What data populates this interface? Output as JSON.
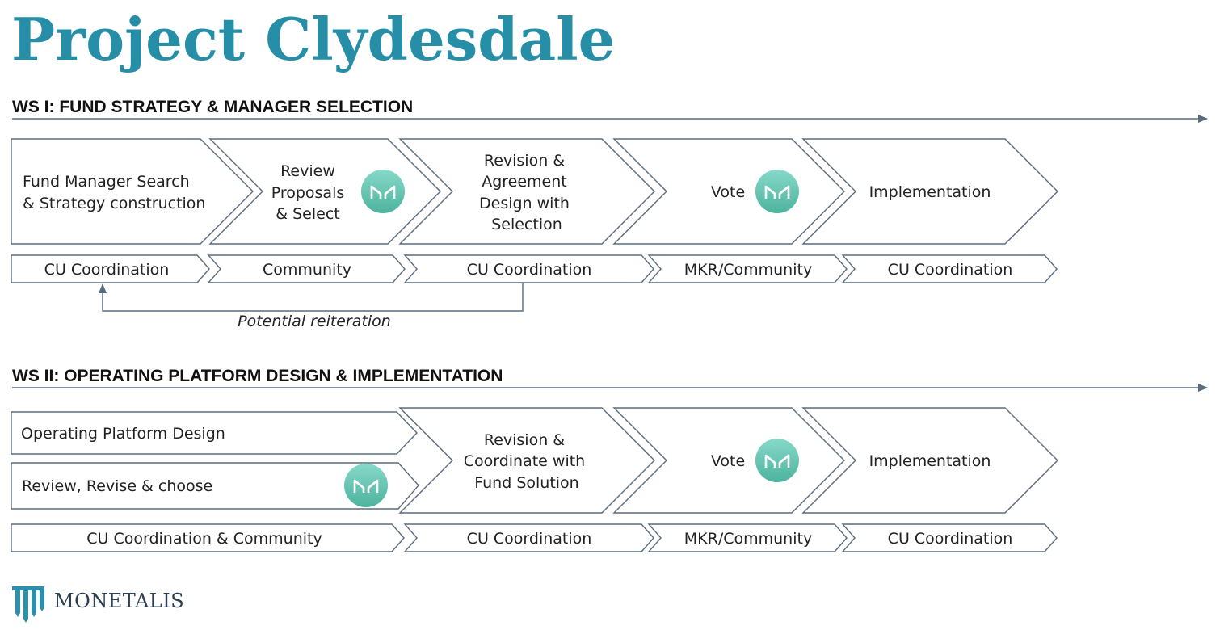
{
  "title": "Project Clydesdale",
  "ws1": {
    "heading": "WS I: FUND STRATEGY & MANAGER SELECTION",
    "steps": [
      [
        "Fund Manager Search",
        "& Strategy construction"
      ],
      [
        "Review",
        "Proposals",
        "& Select"
      ],
      [
        "Revision &",
        "Agreement",
        "Design with",
        "Selection"
      ],
      [
        "Vote"
      ],
      [
        "Implementation"
      ]
    ],
    "roles": [
      "CU Coordination",
      "Community",
      "CU Coordination",
      "MKR/Community",
      "CU Coordination"
    ],
    "reiteration_note": "Potential reiteration"
  },
  "ws2": {
    "heading": "WS II: OPERATING PLATFORM DESIGN & IMPLEMENTATION",
    "steps": [
      [
        "Operating Platform Design"
      ],
      [
        "Review, Revise & choose"
      ],
      [
        "Revision &",
        "Coordinate with",
        "Fund Solution"
      ],
      [
        "Vote"
      ],
      [
        "Implementation"
      ]
    ],
    "roles": [
      "CU Coordination & Community",
      "CU Coordination",
      "MKR/Community",
      "CU Coordination"
    ]
  },
  "brand": {
    "name": "MONETALIS",
    "logo_icon": "monetalis-column-logo",
    "vote_icon": "maker-m-logo"
  },
  "colors": {
    "title": "#268ea6",
    "chevron_stroke": "#5a6b7d",
    "maker_badge_top": "#7fd6c4",
    "maker_badge_bottom": "#4fb8a2",
    "brand_logo": "#2c8fab"
  }
}
